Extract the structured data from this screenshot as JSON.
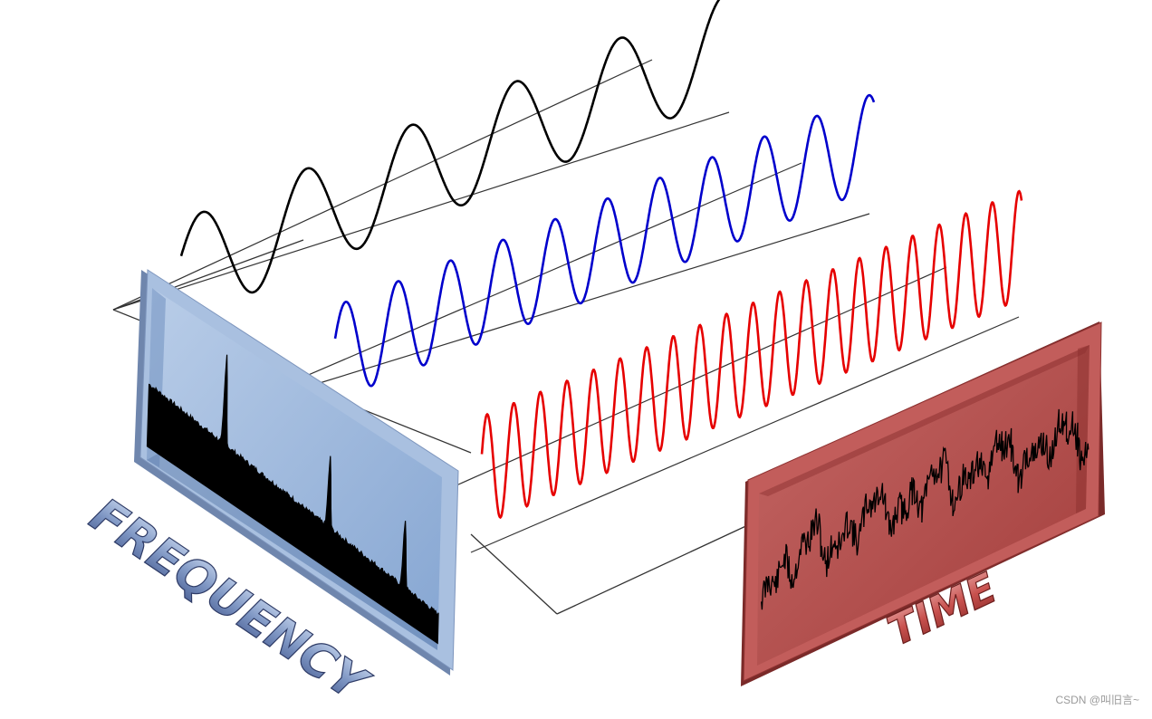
{
  "labels": {
    "frequency": "FREQUENCY",
    "time": "TIME"
  },
  "watermark": "CSDN @叫旧言~",
  "colors": {
    "wave_low": "#000000",
    "wave_mid": "#0000cc",
    "wave_high": "#e60000",
    "frequency_panel": "#9bb8dc",
    "time_panel": "#b24a48",
    "axis_line": "#333333"
  },
  "waves": [
    {
      "color_key": "wave_low",
      "cycles": 5.2
    },
    {
      "color_key": "wave_mid",
      "cycles": 10.3
    },
    {
      "color_key": "wave_high",
      "cycles": 20.3
    }
  ],
  "spectrum": {
    "peaks": [
      {
        "freq": 0.26,
        "height": 0.95
      },
      {
        "freq": 0.62,
        "height": 0.75
      },
      {
        "freq": 0.88,
        "height": 0.72
      }
    ]
  }
}
